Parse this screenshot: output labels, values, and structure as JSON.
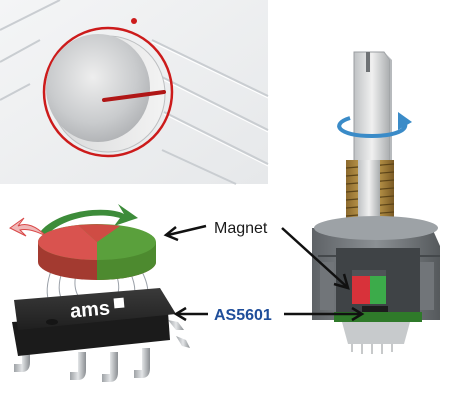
{
  "labels": {
    "magnet": "Magnet",
    "sensor": "AS5601",
    "chip_logo": "ams"
  },
  "colors": {
    "magnet_label": "#1a1a1a",
    "sensor_label": "#1f4e9a",
    "knob_ring": "#cc1b1b",
    "magnet_red": "#d9534f",
    "magnet_green": "#5aa03c",
    "arrow_green": "#3d8c3a",
    "rotate_arrow": "#3a8bc8",
    "chip_body": "#2b2b2b",
    "field_lines": "#9aa0a8"
  },
  "icons": {
    "rotation_arrow_top": "rotate-arrow-icon",
    "rotation_arrow_magnet": "curved-arrow-icon",
    "pointer_arrow": "arrow-icon"
  }
}
